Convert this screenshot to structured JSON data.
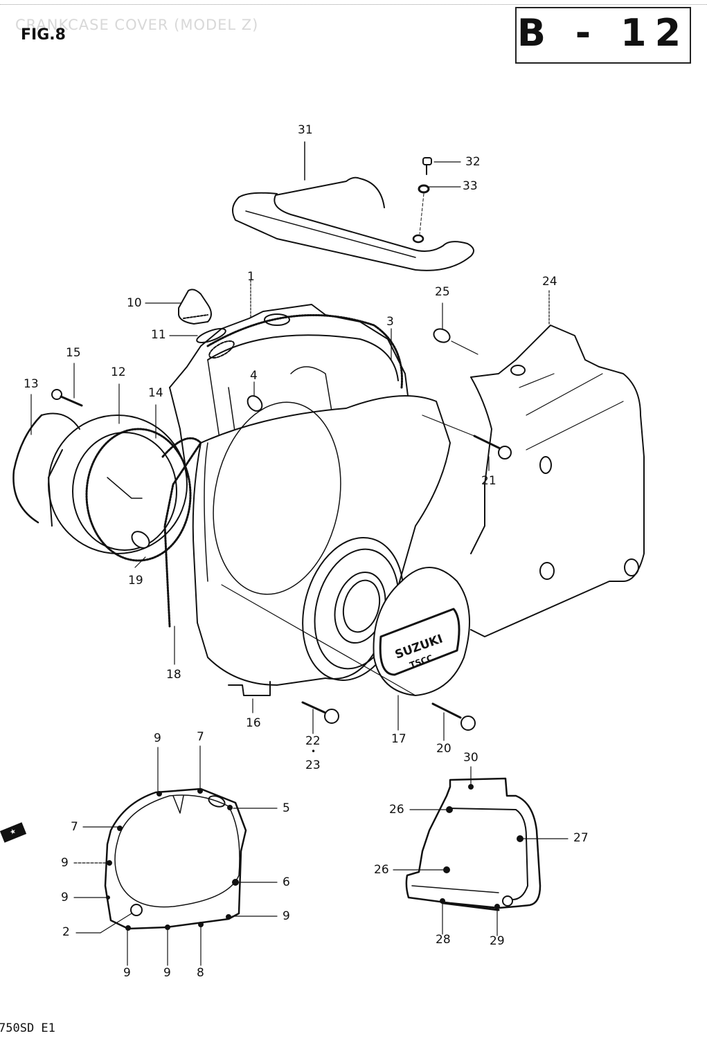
{
  "header": {
    "figure_label": "FIG.8",
    "faded_title": "CRANKCASE COVER (MODEL Z)",
    "page_code": "B - 12"
  },
  "footer": {
    "model_code": "750SD E1"
  },
  "stamp": {
    "text": "★"
  },
  "callouts": {
    "c1": "1",
    "c2": "2",
    "c3": "3",
    "c4": "4",
    "c5": "5",
    "c6": "6",
    "c7a": "7",
    "c7b": "7",
    "c8": "8",
    "c9a": "9",
    "c9b": "9",
    "c9c": "9",
    "c9d": "9",
    "c9e": "9",
    "c9f": "9",
    "c10": "10",
    "c11": "11",
    "c12": "12",
    "c13": "13",
    "c14": "14",
    "c15": "15",
    "c16": "16",
    "c17": "17",
    "c18": "18",
    "c19": "19",
    "c20": "20",
    "c21": "21",
    "c22": "22",
    "c23_dot": "•",
    "c23": "23",
    "c24": "24",
    "c25": "25",
    "c26a": "26",
    "c26b": "26",
    "c27": "27",
    "c28": "28",
    "c29": "29",
    "c30": "30",
    "c31": "31",
    "c32": "32",
    "c33": "33"
  },
  "emblem": {
    "brand": "SUZUKI",
    "sub": "TSCC"
  },
  "colors": {
    "ink": "#111111",
    "paper": "#ffffff",
    "faded": "#d8d8d8"
  }
}
